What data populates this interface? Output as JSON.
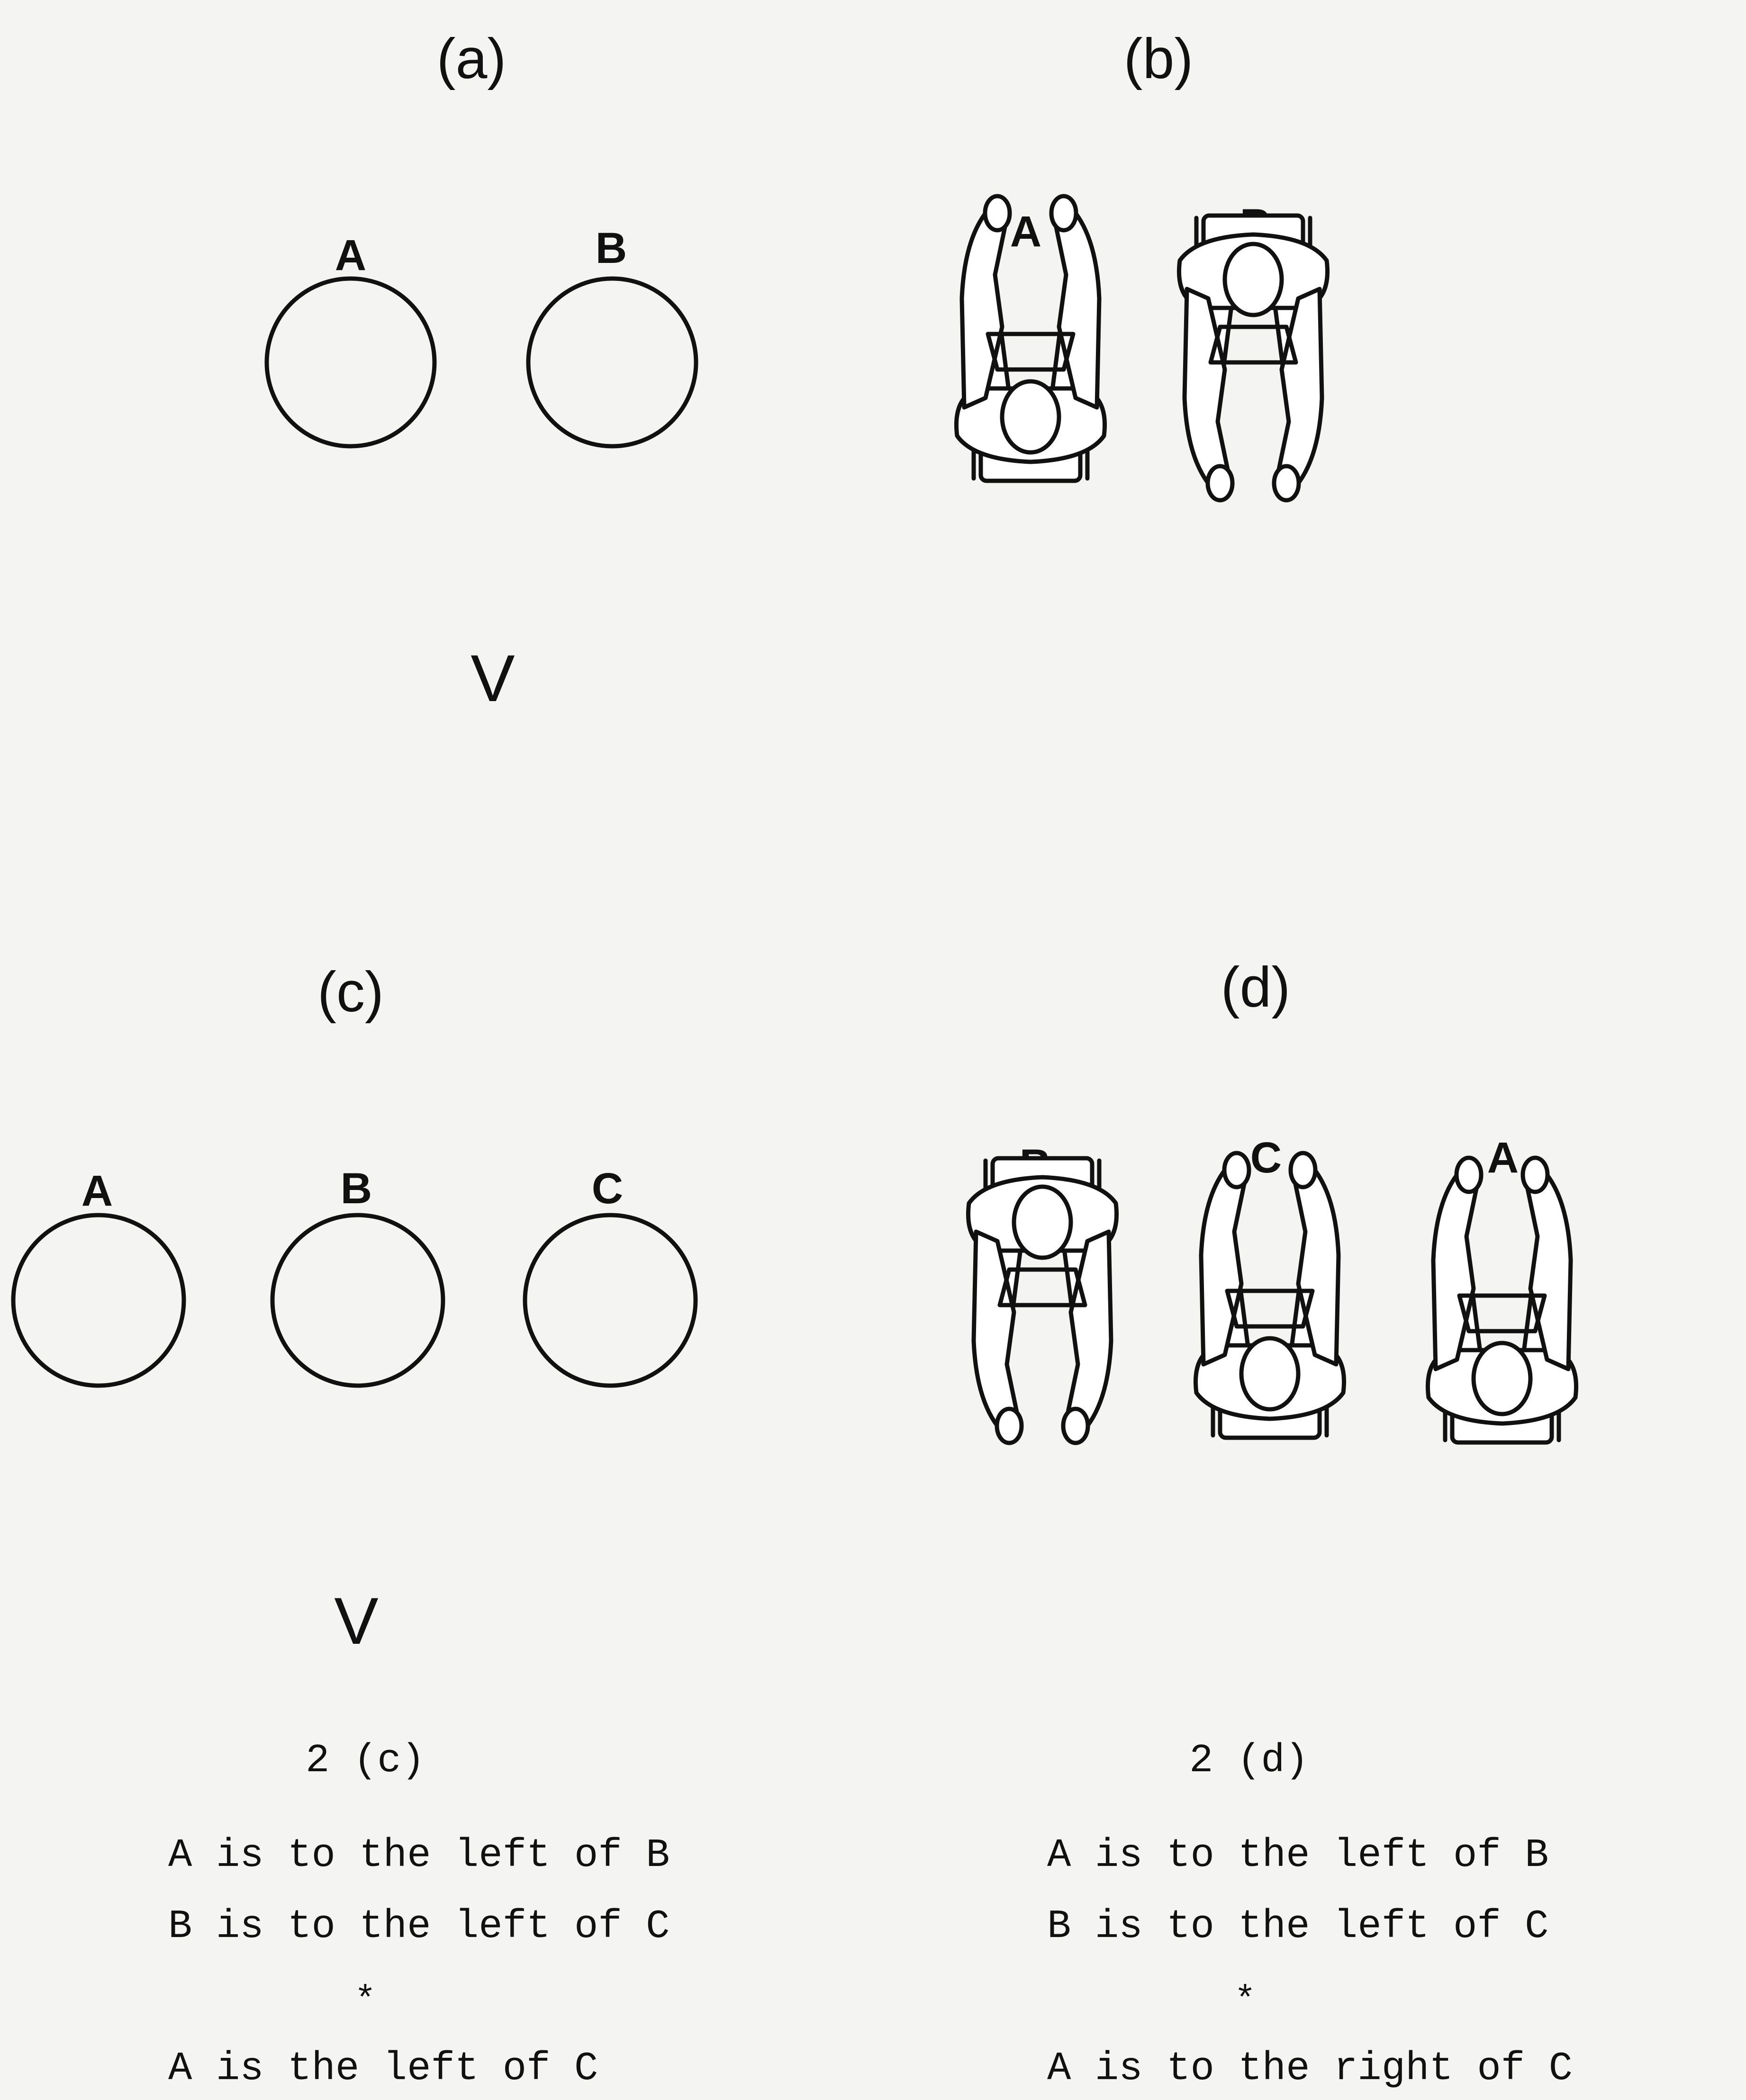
{
  "panels": {
    "a": {
      "label": "(a)",
      "objects": [
        "A",
        "B"
      ]
    },
    "b": {
      "label": "(b)",
      "people": [
        "A",
        "B"
      ]
    },
    "c": {
      "label": "(c)",
      "objects": [
        "A",
        "B",
        "C"
      ],
      "caption": "2 (c)",
      "statements": [
        "A is to the left of B",
        "B is to the left of C"
      ],
      "separator": "*",
      "conclusion": "A is the left of C"
    },
    "d": {
      "label": "(d)",
      "people": [
        "B",
        "C",
        "A"
      ],
      "caption": "2 (d)",
      "statements": [
        "A is to the left of B",
        "B is to the left of C"
      ],
      "separator": "*",
      "conclusion": "A is to the right of C"
    }
  },
  "viewer_marker": "V"
}
